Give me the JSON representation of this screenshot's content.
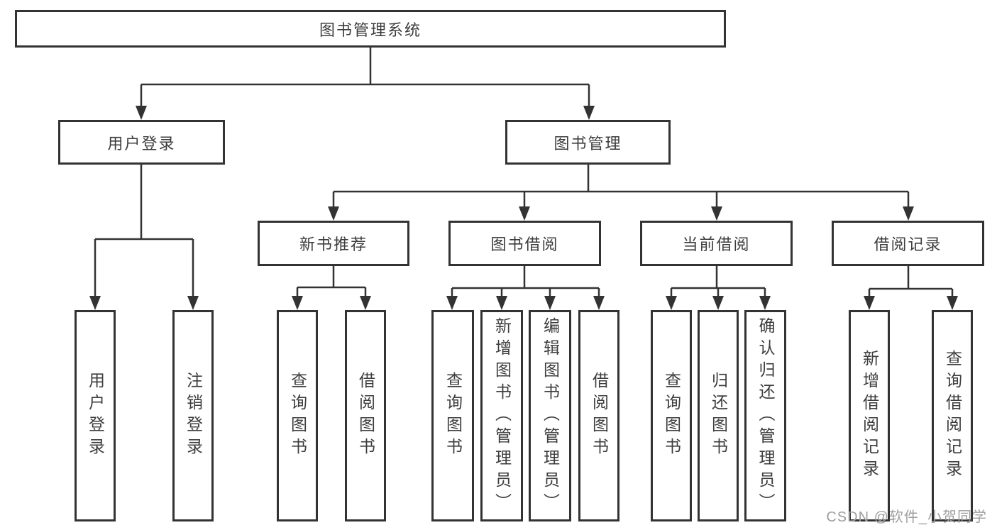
{
  "diagram": {
    "root": {
      "label": "图书管理系统"
    },
    "branches": [
      {
        "label": "用户登录",
        "children": [
          {
            "label": "用户登录"
          },
          {
            "label": "注销登录"
          }
        ]
      },
      {
        "label": "图书管理",
        "children": [
          {
            "label": "新书推荐",
            "children": [
              {
                "label": "查询图书"
              },
              {
                "label": "借阅图书"
              }
            ]
          },
          {
            "label": "图书借阅",
            "children": [
              {
                "label": "查询图书"
              },
              {
                "label": "新增图书（管理员）"
              },
              {
                "label": "编辑图书（管理员）"
              },
              {
                "label": "借阅图书"
              }
            ]
          },
          {
            "label": "当前借阅",
            "children": [
              {
                "label": "查询图书"
              },
              {
                "label": "归还图书"
              },
              {
                "label": "确认归还（管理员）"
              }
            ]
          },
          {
            "label": "借阅记录",
            "children": [
              {
                "label": "新增借阅记录"
              },
              {
                "label": "查询借阅记录"
              }
            ]
          }
        ]
      }
    ]
  },
  "watermark": {
    "text": "CSDN @软件_小贺同学"
  },
  "colors": {
    "background": "#ffffff",
    "border": "#333333",
    "line": "#333333",
    "text": "#3d3d3d",
    "watermark": "#9e9e9e"
  }
}
